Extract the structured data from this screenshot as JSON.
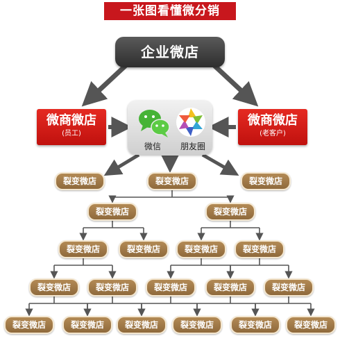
{
  "title": "一张图看懂微分销",
  "root": "企业微店",
  "left_store": {
    "label": "微商微店",
    "sub": "(员工)"
  },
  "right_store": {
    "label": "微商微店",
    "sub": "(老客户)"
  },
  "hub": {
    "wechat": "微信",
    "moments": "朋友圈"
  },
  "fission_label": "裂变微店",
  "colors": {
    "title_red": "#c8171d",
    "store_red": "#d8191a",
    "node_brown": "#a07a48",
    "arrow_gray": "#555555"
  }
}
